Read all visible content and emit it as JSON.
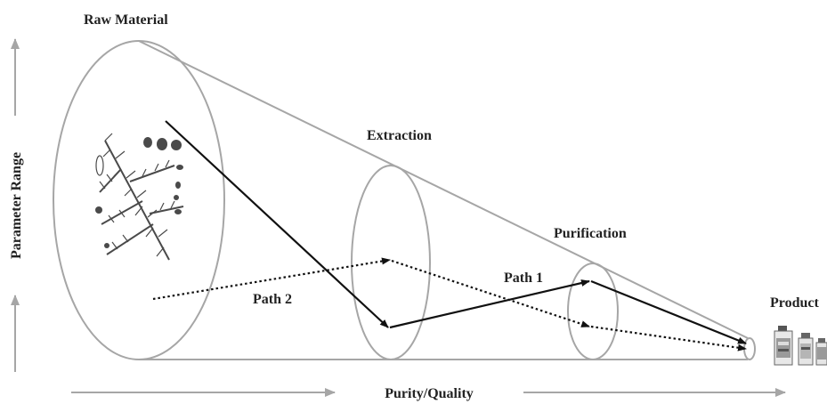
{
  "labels": {
    "raw_material": "Raw Material",
    "extraction": "Extraction",
    "purification": "Purification",
    "product": "Product",
    "path_1": "Path 1",
    "path_2": "Path 2",
    "x_axis": "Purity/Quality",
    "y_axis": "Parameter Range"
  },
  "colors": {
    "outline": "#a6a6a6",
    "path": "#111111",
    "axis_arrow": "#a6a6a6",
    "text": "#222222",
    "plant": "#4a4a4a"
  },
  "icons": {
    "raw_material_image": "yew-plant-illustration",
    "product_image": "medicine-vials"
  }
}
